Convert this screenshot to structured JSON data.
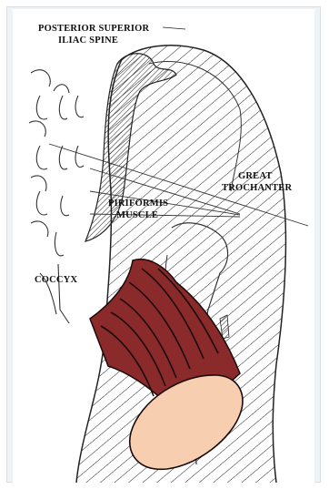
{
  "figure": {
    "labels": {
      "psis_line1": "POSTERIOR SUPERIOR",
      "psis_line2": "ILIAC SPINE",
      "great_line1": "GREAT",
      "great_line2": "TROCHANTER",
      "piri_line1": "PIRIFORMIS",
      "piri_line2": "MUSCLE",
      "coccyx": "COCCYX"
    },
    "colors": {
      "background_panel": "#eef3f8",
      "muscle": "#8b2a2a",
      "muscle_stripe": "#1a0a0a",
      "end_cap": "#f7cfb0",
      "ink": "#111111"
    }
  }
}
